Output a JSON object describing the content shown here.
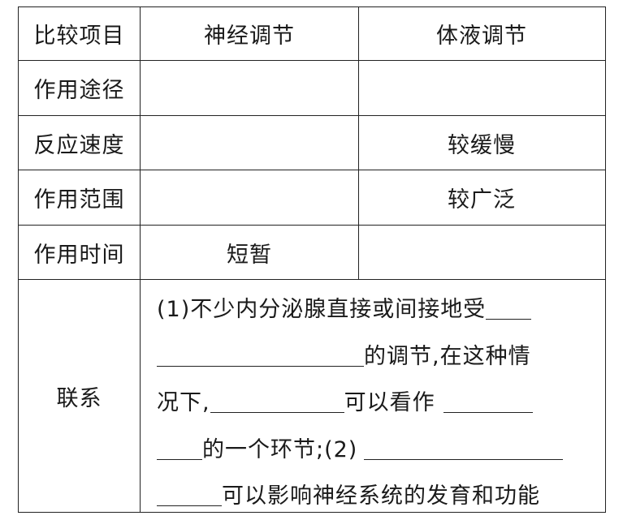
{
  "table": {
    "header": {
      "item": "比较项目",
      "neural": "神经调节",
      "humoral": "体液调节"
    },
    "rows": [
      {
        "item": "作用途径",
        "neural": "",
        "humoral": ""
      },
      {
        "item": "反应速度",
        "neural": "",
        "humoral": "较缓慢"
      },
      {
        "item": "作用范围",
        "neural": "",
        "humoral": "较广泛"
      },
      {
        "item": "作用时间",
        "neural": "短暂",
        "humoral": ""
      }
    ],
    "relation": {
      "label": "联系",
      "lines": [
        {
          "text_before": "(1)不少内分泌腺直接或间接地受",
          "blank_after_width": 56
        },
        {
          "blank_before_width": 255,
          "text_after": "的调节,在这种情"
        },
        {
          "text_before": "况下,",
          "blank1_width": 165,
          "text_mid": "可以看作",
          "blank2_width": 110
        },
        {
          "blank_before_width": 56,
          "text_mid": "的一个环节;(2)",
          "blank_after_width": 245
        },
        {
          "blank_before_width": 80,
          "text_after": "可以影响神经系统的发育和功能"
        }
      ]
    }
  }
}
